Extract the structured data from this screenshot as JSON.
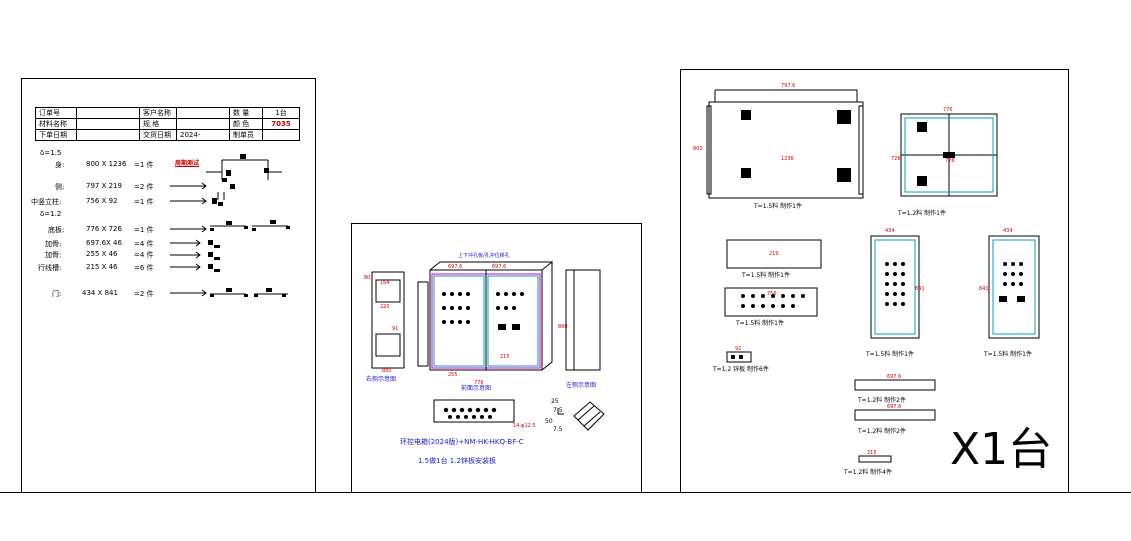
{
  "order_table": {
    "rows": [
      [
        "订单号",
        "",
        "客户名称",
        "",
        "数 量",
        "1台"
      ],
      [
        "材料名称",
        "",
        "规 格",
        "",
        "颜 色",
        "7035"
      ],
      [
        "下单日期",
        "",
        "交货日期",
        "2024-",
        "制单员",
        ""
      ]
    ]
  },
  "parts_sheet": {
    "section_15": "δ=1.5",
    "section_12": "δ=1.2",
    "note_red": "周期测试",
    "parts": [
      {
        "name": "身:",
        "dims": "800 X 1236",
        "qty": "=1 件"
      },
      {
        "name": "侧:",
        "dims": "797 X 219",
        "qty": "=2 件"
      },
      {
        "name": "中竖立柱:",
        "dims": "756 X 92",
        "qty": "=1 件"
      },
      {
        "name": "底板:",
        "dims": "776 X 726",
        "qty": "=1 件"
      },
      {
        "name": "加骨:",
        "dims": "697.6X 46",
        "qty": "=4 件"
      },
      {
        "name": "加骨:",
        "dims": "255 X 46",
        "qty": "=4 件"
      },
      {
        "name": "行线槽:",
        "dims": "215 X 46",
        "qty": "=6 件"
      },
      {
        "name": "门:",
        "dims": "434 X 841",
        "qty": "=2 件"
      }
    ]
  },
  "assembly_sheet": {
    "top_note": "上下冲孔板/孔冲位移孔",
    "right_view_label": "右侧示意图",
    "front_view_label": "前面示意图",
    "left_view_label": "左侧示意图",
    "title": "环控电箱(2024版)+NM-HK-HKQ-BF-C",
    "subtitle": "1.5做1台 1.2锌板安装板",
    "bracket_dims": [
      "25",
      "7.5",
      "50",
      "7.5"
    ],
    "hole_note": "14-φ12.5"
  },
  "fabrication_sheet": {
    "quantity_label": "X1台",
    "captions": [
      "T=1.5料 制作1件",
      "T=1.2料 制作1件",
      "T=1.5料 制作1件",
      "T=1.5料 制作1件",
      "T=1.5料 制作1件",
      "T=1.5料 制作1件",
      "T=1.2 锌板 制作6件",
      "T=1.2料 制作2件",
      "T=1.2料 制作2件",
      "T=1.2料 制作4件"
    ]
  },
  "colors": {
    "line": "#000000",
    "accent_red": "#d00000",
    "accent_blue": "#1a1ad0",
    "cyan": "#00a0c8",
    "magenta": "#d000d0"
  }
}
